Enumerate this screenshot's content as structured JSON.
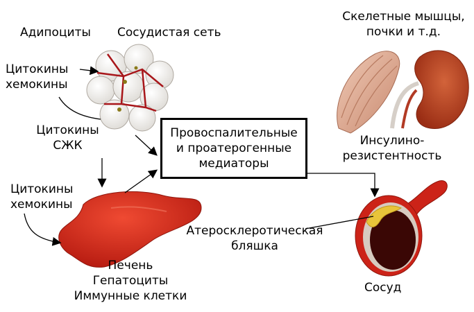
{
  "labels": {
    "adipocytes": "Адипоциты",
    "vascular_net": "Сосудистая сеть",
    "muscles_line1": "Скелетные мышцы,",
    "muscles_line2": "почки и т.д.",
    "cytokines_chemokines_1_line1": "Цитокины",
    "cytokines_chemokines_1_line2": "хемокины",
    "cytokines_ffa_line1": "Цитокины",
    "cytokines_ffa_line2": "СЖК",
    "cytokines_chemokines_2_line1": "Цитокины",
    "cytokines_chemokines_2_line2": "хемокины",
    "mediators_line1": "Провоспалительные",
    "mediators_line2": "и проатерогенные",
    "mediators_line3": "медиаторы",
    "insulin_line1": "Инсулино-",
    "insulin_line2": "резистентность",
    "plaque_line1": "Атеросклеротическая",
    "plaque_line2": "бляшка",
    "liver_line1": "Печень",
    "liver_line2": "Гепатоциты",
    "liver_line3": "Иммунные клетки",
    "vessel": "Сосуд"
  },
  "colors": {
    "liver": "#d42a1c",
    "adipocyte": "#f3f1ee",
    "vessel_red": "#cc2318",
    "plaque": "#e8c43a",
    "muscle": "#d9a48d",
    "kidney": "#b8401f"
  }
}
